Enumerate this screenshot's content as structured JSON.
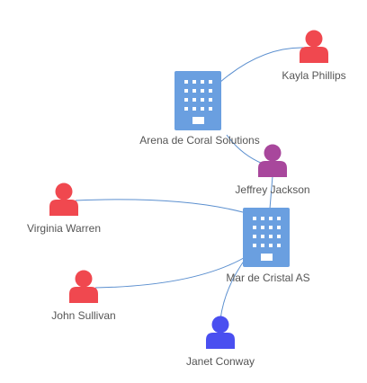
{
  "nodes": [
    {
      "id": "arena",
      "type": "organization",
      "label": "Arena de Coral Solutions",
      "color": "#6a9fe0",
      "icon": "building-icon"
    },
    {
      "id": "mar",
      "type": "organization",
      "label": "Mar de Cristal AS",
      "color": "#6a9fe0",
      "icon": "building-icon"
    },
    {
      "id": "kayla",
      "type": "person",
      "label": "Kayla Phillips",
      "color": "#f0484f",
      "icon": "person-icon"
    },
    {
      "id": "jeffrey",
      "type": "person",
      "label": "Jeffrey Jackson",
      "color": "#a8479c",
      "icon": "person-icon"
    },
    {
      "id": "virginia",
      "type": "person",
      "label": "Virginia Warren",
      "color": "#f0484f",
      "icon": "person-icon"
    },
    {
      "id": "john",
      "type": "person",
      "label": "John Sullivan",
      "color": "#f0484f",
      "icon": "person-icon"
    },
    {
      "id": "janet",
      "type": "person",
      "label": "Janet Conway",
      "color": "#4a4ff0",
      "icon": "person-icon"
    }
  ],
  "edges": [
    {
      "from": "arena",
      "to": "kayla"
    },
    {
      "from": "arena",
      "to": "jeffrey"
    },
    {
      "from": "jeffrey",
      "to": "mar"
    },
    {
      "from": "virginia",
      "to": "mar"
    },
    {
      "from": "john",
      "to": "mar"
    },
    {
      "from": "janet",
      "to": "mar"
    }
  ],
  "edge_color": "#5b8fcf"
}
